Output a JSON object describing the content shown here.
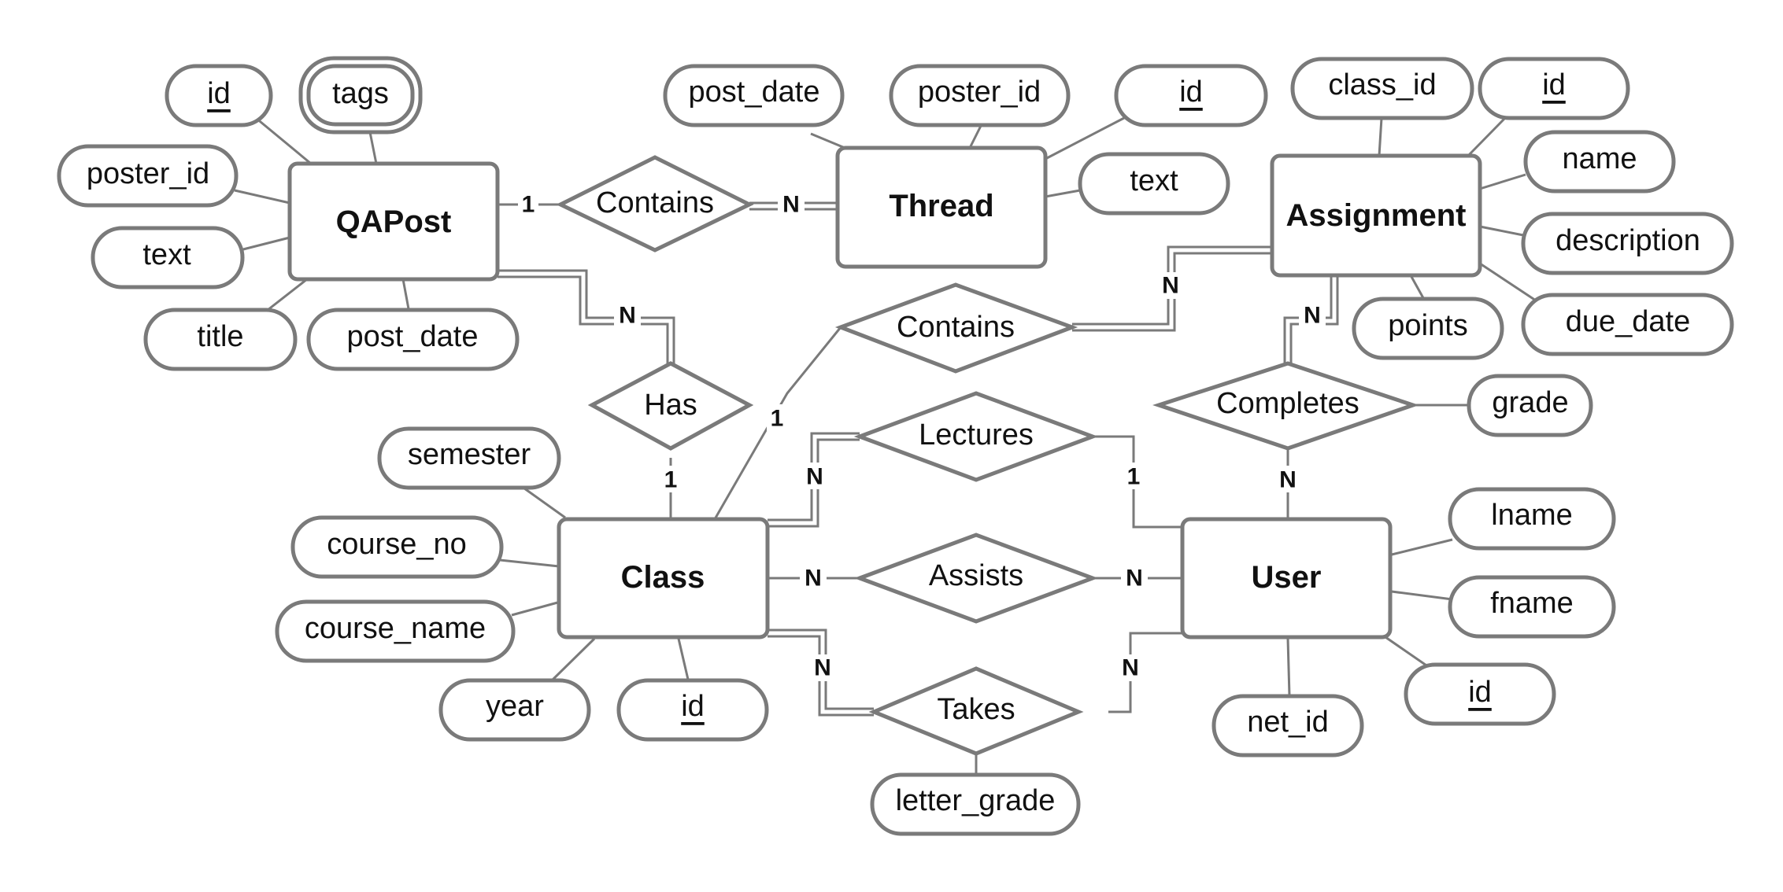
{
  "entities": {
    "qapost": "QAPost",
    "thread": "Thread",
    "assignment": "Assignment",
    "class": "Class",
    "user": "User"
  },
  "attributes": {
    "qapost_id": "id",
    "qapost_tags": "tags",
    "qapost_poster_id": "poster_id",
    "qapost_text": "text",
    "qapost_title": "title",
    "qapost_post_date": "post_date",
    "thread_post_date": "post_date",
    "thread_poster_id": "poster_id",
    "thread_id": "id",
    "thread_text": "text",
    "assignment_class_id": "class_id",
    "assignment_id": "id",
    "assignment_name": "name",
    "assignment_description": "description",
    "assignment_due_date": "due_date",
    "assignment_points": "points",
    "completes_grade": "grade",
    "class_semester": "semester",
    "class_course_no": "course_no",
    "class_course_name": "course_name",
    "class_year": "year",
    "class_id": "id",
    "user_lname": "lname",
    "user_fname": "fname",
    "user_id": "id",
    "user_net_id": "net_id",
    "takes_letter_grade": "letter_grade"
  },
  "relationships": {
    "qapost_contains_thread": "Contains",
    "class_contains_assignment": "Contains",
    "has": "Has",
    "lectures": "Lectures",
    "assists": "Assists",
    "takes": "Takes",
    "completes": "Completes"
  },
  "cardinalities": {
    "contains_qapost": "1",
    "contains_thread": "N",
    "has_qapost": "N",
    "has_class": "1",
    "contains_class": "1",
    "contains_assignment": "N",
    "completes_assignment": "N",
    "completes_user": "N",
    "lectures_class": "N",
    "lectures_user": "1",
    "assists_class": "N",
    "assists_user": "N",
    "takes_class": "N",
    "takes_user": "N"
  },
  "colors": {
    "stroke": "#7a7a7a",
    "background": "#ffffff",
    "text": "#111111"
  }
}
